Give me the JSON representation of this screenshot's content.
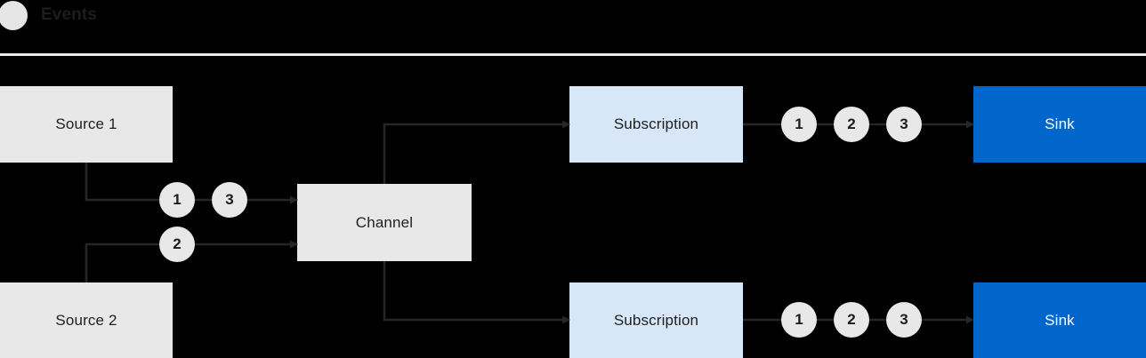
{
  "legend": {
    "dot_icon": "event-dot-icon",
    "label": "Events"
  },
  "colors": {
    "background": "#000000",
    "rule": "#e9e9e9",
    "node_grey": "#e8e8e8",
    "node_blue_light": "#d7e7f7",
    "node_blue_solid": "#0066cc",
    "token_fill": "#e8e8e8",
    "text_dark": "#1f1f1f",
    "text_light": "#ffffff",
    "edge": "#262626"
  },
  "nodes": {
    "source_1": "Source 1",
    "source_2": "Source 2",
    "channel": "Channel",
    "subscription_top": "Subscription",
    "subscription_bottom": "Subscription",
    "sink_top": "Sink",
    "sink_bottom": "Sink"
  },
  "tokens": {
    "ingress_top": [
      "1",
      "3"
    ],
    "ingress_bottom": [
      "2"
    ],
    "egress_top": [
      "1",
      "2",
      "3"
    ],
    "egress_bottom": [
      "1",
      "2",
      "3"
    ]
  }
}
